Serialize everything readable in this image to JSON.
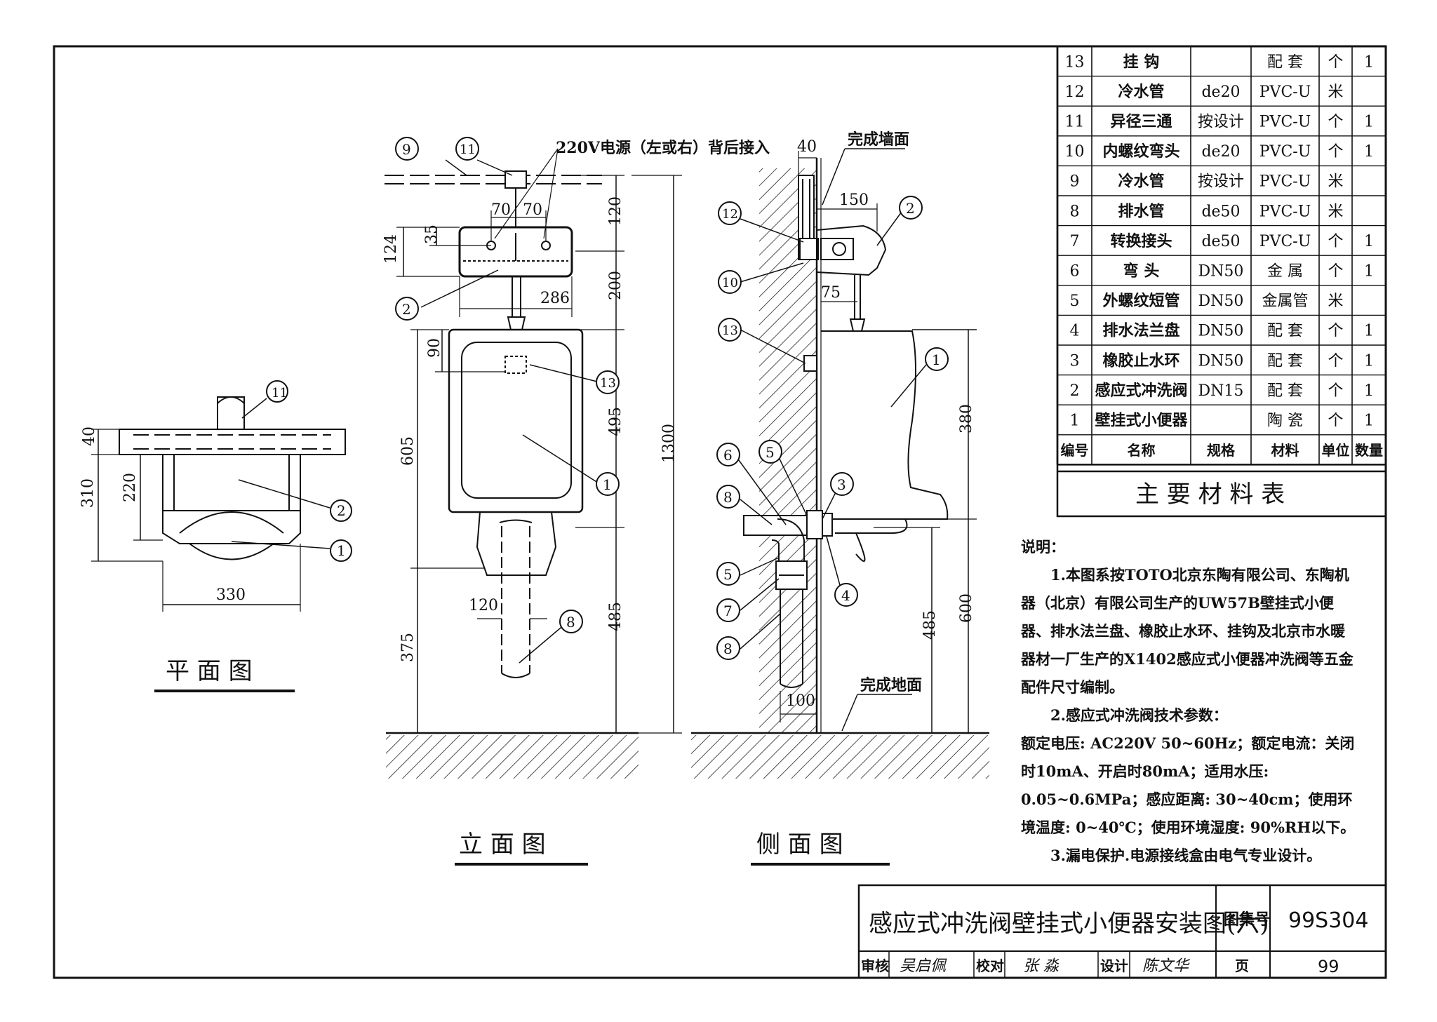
{
  "top_view": {
    "title": "平 面 图",
    "dims": {
      "d40": "40",
      "d220": "220",
      "d310": "310",
      "d330": "330"
    },
    "callouts": {
      "c1": "1",
      "c2": "2",
      "c11": "11"
    }
  },
  "front_view": {
    "title": "立 面 图",
    "power_note": "220V电源（左或右）背后接入",
    "dims": {
      "d70a": "70",
      "d70b": "70",
      "d120top": "120",
      "d124": "124",
      "d35": "35",
      "d286": "286",
      "d200": "200",
      "d90": "90",
      "d605": "605",
      "d495": "495",
      "d1300": "1300",
      "d120": "120",
      "d375": "375",
      "d485": "485"
    },
    "callouts": {
      "c9": "9",
      "c11": "11",
      "c2": "2",
      "c13": "13",
      "c1": "1",
      "c8": "8"
    }
  },
  "side_view": {
    "title": "侧 面 图",
    "wall_label": "完成墙面",
    "floor_label": "完成地面",
    "dims": {
      "d40": "40",
      "d150": "150",
      "d75": "75",
      "d380": "380",
      "d600": "600",
      "d485": "485",
      "d100": "100"
    },
    "callouts": {
      "c12": "12",
      "c10": "10",
      "c2": "2",
      "c13": "13",
      "c1": "1",
      "c6": "6",
      "c5a": "5",
      "c8a": "8",
      "c3": "3",
      "c5b": "5",
      "c4": "4",
      "c7": "7",
      "c8b": "8"
    }
  },
  "materials_table": {
    "caption": "主 要 材 料 表",
    "headers": [
      "编号",
      "名称",
      "规格",
      "材料",
      "单位",
      "数量"
    ],
    "rows": [
      [
        "13",
        "挂  钩",
        "",
        "配  套",
        "个",
        "1"
      ],
      [
        "12",
        "冷水管",
        "de20",
        "PVC-U",
        "米",
        ""
      ],
      [
        "11",
        "异径三通",
        "按设计",
        "PVC-U",
        "个",
        "1"
      ],
      [
        "10",
        "内螺纹弯头",
        "de20",
        "PVC-U",
        "个",
        "1"
      ],
      [
        "9",
        "冷水管",
        "按设计",
        "PVC-U",
        "米",
        ""
      ],
      [
        "8",
        "排水管",
        "de50",
        "PVC-U",
        "米",
        ""
      ],
      [
        "7",
        "转换接头",
        "de50",
        "PVC-U",
        "个",
        "1"
      ],
      [
        "6",
        "弯  头",
        "DN50",
        "金  属",
        "个",
        "1"
      ],
      [
        "5",
        "外螺纹短管",
        "DN50",
        "金属管",
        "米",
        ""
      ],
      [
        "4",
        "排水法兰盘",
        "DN50",
        "配  套",
        "个",
        "1"
      ],
      [
        "3",
        "橡胶止水环",
        "DN50",
        "配  套",
        "个",
        "1"
      ],
      [
        "2",
        "感应式冲洗阀",
        "DN15",
        "配  套",
        "个",
        "1"
      ],
      [
        "1",
        "壁挂式小便器",
        "",
        "陶  瓷",
        "个",
        "1"
      ]
    ]
  },
  "notes": {
    "heading": "说明：",
    "n1": "1.本图系按TOTO北京东陶有限公司、东陶机器（北京）有限公司生产的UW57B壁挂式小便器、排水法兰盘、橡胶止水环、挂钩及北京市水暖器材一厂生产的X1402感应式小便器冲洗阀等五金配件尺寸编制。",
    "n2": "2.感应式冲洗阀技术参数：",
    "n2b": "额定电压: AC220V 50~60Hz；额定电流：关闭时10mA、开启时80mA；适用水压: 0.05~0.6MPa；感应距离: 30~40cm；使用环境温度: 0~40℃；使用环境湿度: 90%RH以下。",
    "n3": "3.漏电保护.电源接线盒由电气专业设计。"
  },
  "title_block": {
    "title": "感应式冲洗阀壁挂式小便器安装图(六)",
    "atlas_label": "图集号",
    "atlas_no": "99S304",
    "review_label": "审核",
    "reviewer": "吴启佩",
    "check_label": "校对",
    "checker": "张 淼",
    "design_label": "设计",
    "designer": "陈文华",
    "page_label": "页",
    "page_no": "99"
  }
}
